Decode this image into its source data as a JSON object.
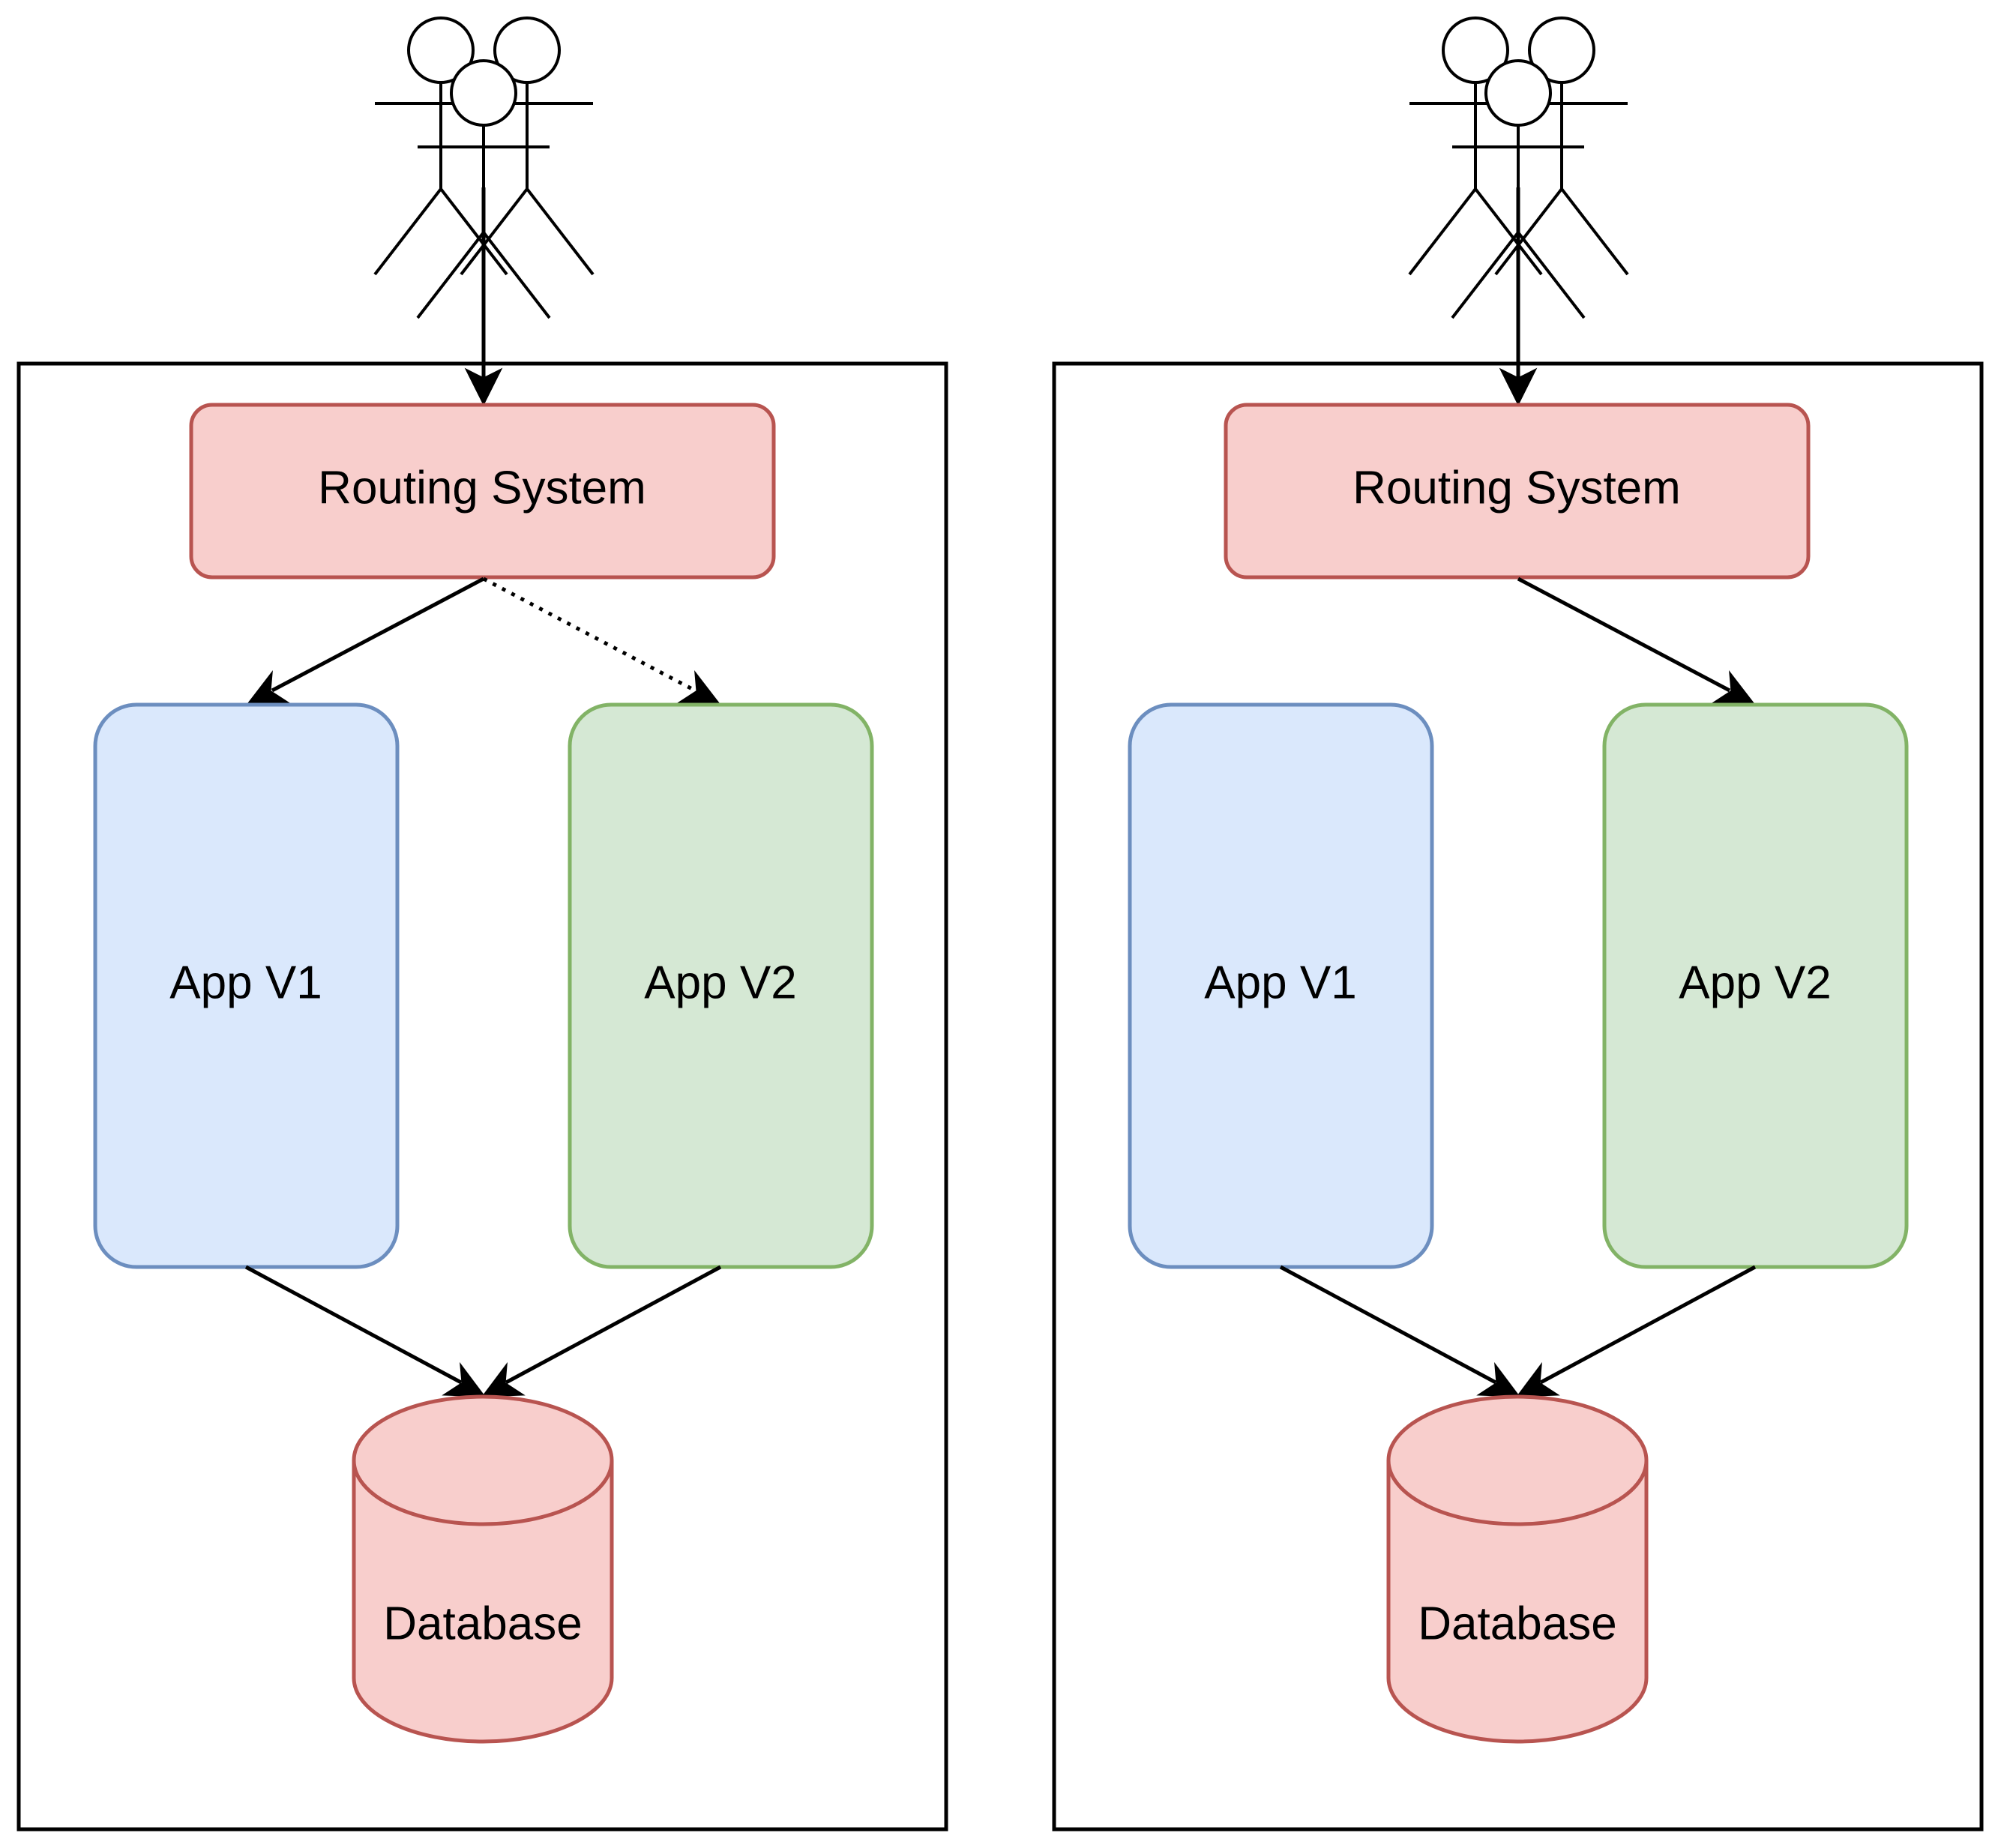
{
  "colors": {
    "routing_fill": "#f8cecc",
    "routing_stroke": "#b85450",
    "app_v1_fill": "#dae8fc",
    "app_v1_stroke": "#6c8ebf",
    "app_v2_fill": "#d5e8d4",
    "app_v2_stroke": "#82b366",
    "database_fill": "#f8cecc",
    "database_stroke": "#b85450",
    "frame_stroke": "#000000"
  },
  "panels": [
    {
      "routing_label": "Routing System",
      "app_v1_label": "App V1",
      "app_v2_label": "App V2",
      "database_label": "Database",
      "route_to_v1": "solid",
      "route_to_v2": "dotted"
    },
    {
      "routing_label": "Routing System",
      "app_v1_label": "App V1",
      "app_v2_label": "App V2",
      "database_label": "Database",
      "route_to_v1": "none",
      "route_to_v2": "solid"
    }
  ]
}
